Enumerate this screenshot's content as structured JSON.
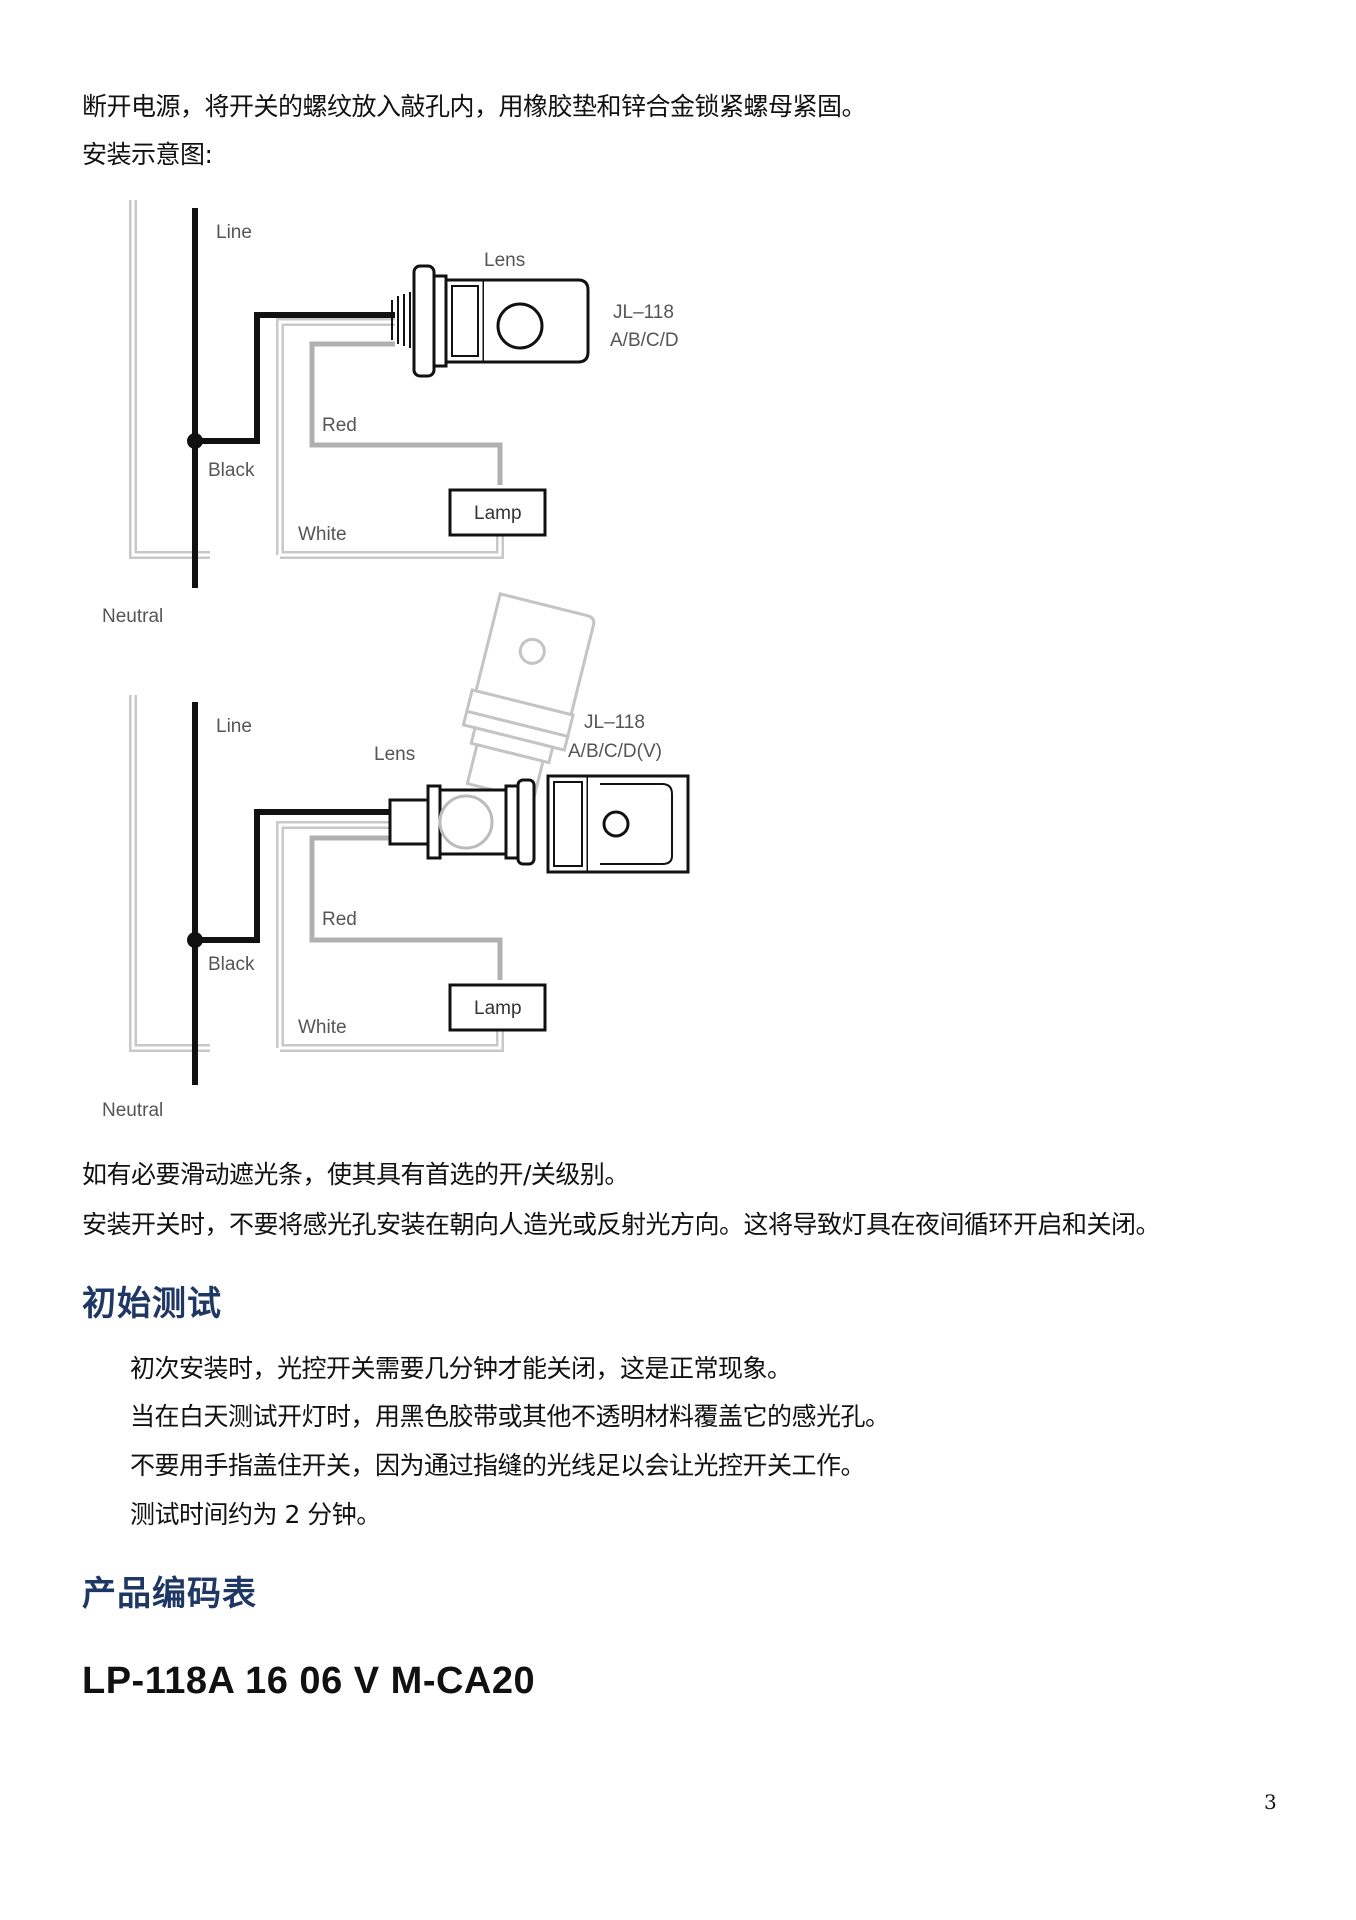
{
  "intro": {
    "line1": "断开电源，将开关的螺纹放入敲孔内，用橡胶垫和锌合金锁紧螺母紧固。",
    "line2": "安装示意图:"
  },
  "diagram1": {
    "line": "Line",
    "lens": "Lens",
    "model1": "JL–118",
    "model2": "A/B/C/D",
    "red": "Red",
    "black": "Black",
    "white": "White",
    "lamp": "Lamp",
    "neutral": "Neutral"
  },
  "diagram2": {
    "line": "Line",
    "lens": "Lens",
    "model1": "JL–118",
    "model2": "A/B/C/D(V)",
    "red": "Red",
    "black": "Black",
    "white": "White",
    "lamp": "Lamp",
    "neutral": "Neutral"
  },
  "notes": {
    "line1": "如有必要滑动遮光条，使其具有首选的开/关级别。",
    "line2": "安装开关时，不要将感光孔安装在朝向人造光或反射光方向。这将导致灯具在夜间循环开启和关闭。"
  },
  "section1": {
    "title": "初始测试",
    "items": [
      "初次安装时，光控开关需要几分钟才能关闭，这是正常现象。",
      "当在白天测试开灯时，用黑色胶带或其他不透明材料覆盖它的感光孔。",
      "不要用手指盖住开关，因为通过指缝的光线足以会让光控开关工作。",
      "测试时间约为 2 分钟。"
    ]
  },
  "section2": {
    "title": "产品编码表"
  },
  "product_code": "LP-118A 16 06 V M-CA20",
  "page_number": "3"
}
